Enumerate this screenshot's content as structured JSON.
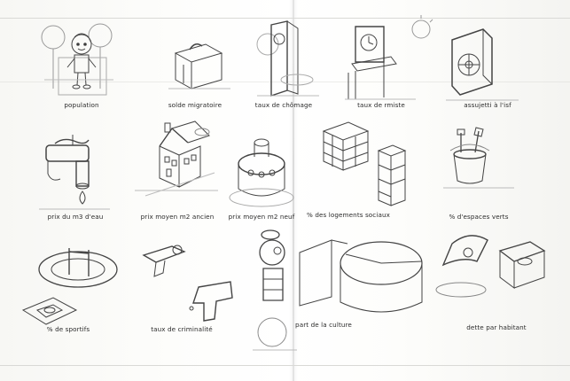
{
  "labels": {
    "population": "population",
    "solde_migratoire": "solde migratoire",
    "taux_chomage": "taux de chômage",
    "taux_rmiste": "taux de rmiste",
    "assujetti_isf": "assujetti à l'isf",
    "prix_eau": "prix du m3 d'eau",
    "prix_m2_ancien": "prix moyen m2 ancien",
    "prix_m2_neuf": "prix moyen m2 neuf",
    "logements_sociaux": "% des logements sociaux",
    "espaces_verts": "% d'espaces verts",
    "sportifs": "% de sportifs",
    "criminalite": "taux de criminalité",
    "culture": "part de la culture",
    "dette": "dette par habitant"
  },
  "colors": {
    "ink": "#2b2b2b",
    "pencil": "#555555",
    "faint": "#9a9a9a",
    "paper": "#fbfbf9"
  }
}
